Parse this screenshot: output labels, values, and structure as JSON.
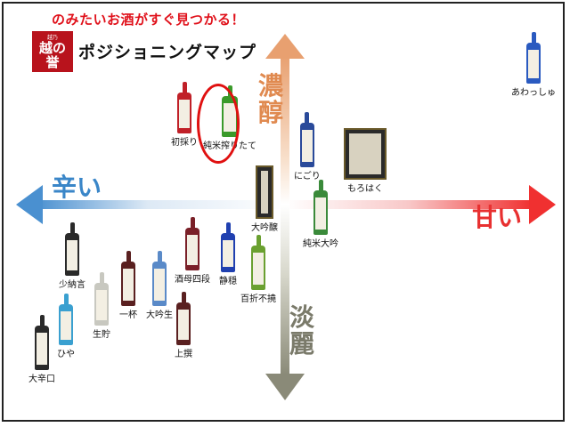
{
  "header": {
    "tagline": "のみたいお酒がすぐ見つかる！",
    "logo_top": "越乃",
    "logo_main": "越の",
    "logo_sub": "誉",
    "title": "ポジショニングマップ"
  },
  "axes": {
    "left": "辛い",
    "right": "甘い",
    "top": "濃醇",
    "bottom": "淡麗"
  },
  "colors": {
    "left_arrow": "#4a90d0",
    "right_arrow": "#f03030",
    "top_arrow": "#e8a070",
    "bottom_arrow": "#8a8a78",
    "highlight": "#e01010"
  },
  "products": [
    {
      "name": "初採り",
      "color": "#c02028"
    },
    {
      "name": "純米搾りたて",
      "color": "#3a9a2a"
    },
    {
      "name": "大吟醸",
      "color": "#2a2a2a"
    },
    {
      "name": "にごり",
      "color": "#2a4a9a"
    },
    {
      "name": "もろはく",
      "color": "#2a2a2a"
    },
    {
      "name": "純米大吟",
      "color": "#3a8a3a"
    },
    {
      "name": "あわっしゅ",
      "color": "#2a5ac0"
    },
    {
      "name": "酒母四段",
      "color": "#7a2028"
    },
    {
      "name": "静穏",
      "color": "#2040b0"
    },
    {
      "name": "百折不撓",
      "color": "#6aa030"
    },
    {
      "name": "少納言",
      "color": "#2a2a2a"
    },
    {
      "name": "生貯",
      "color": "#c8c8c0"
    },
    {
      "name": "一杯",
      "color": "#5a2020"
    },
    {
      "name": "大吟生",
      "color": "#5a8ac8"
    },
    {
      "name": "ひや",
      "color": "#3aa0d0"
    },
    {
      "name": "上撰",
      "color": "#5a2020"
    },
    {
      "name": "大辛口",
      "color": "#2a2a2a"
    }
  ]
}
